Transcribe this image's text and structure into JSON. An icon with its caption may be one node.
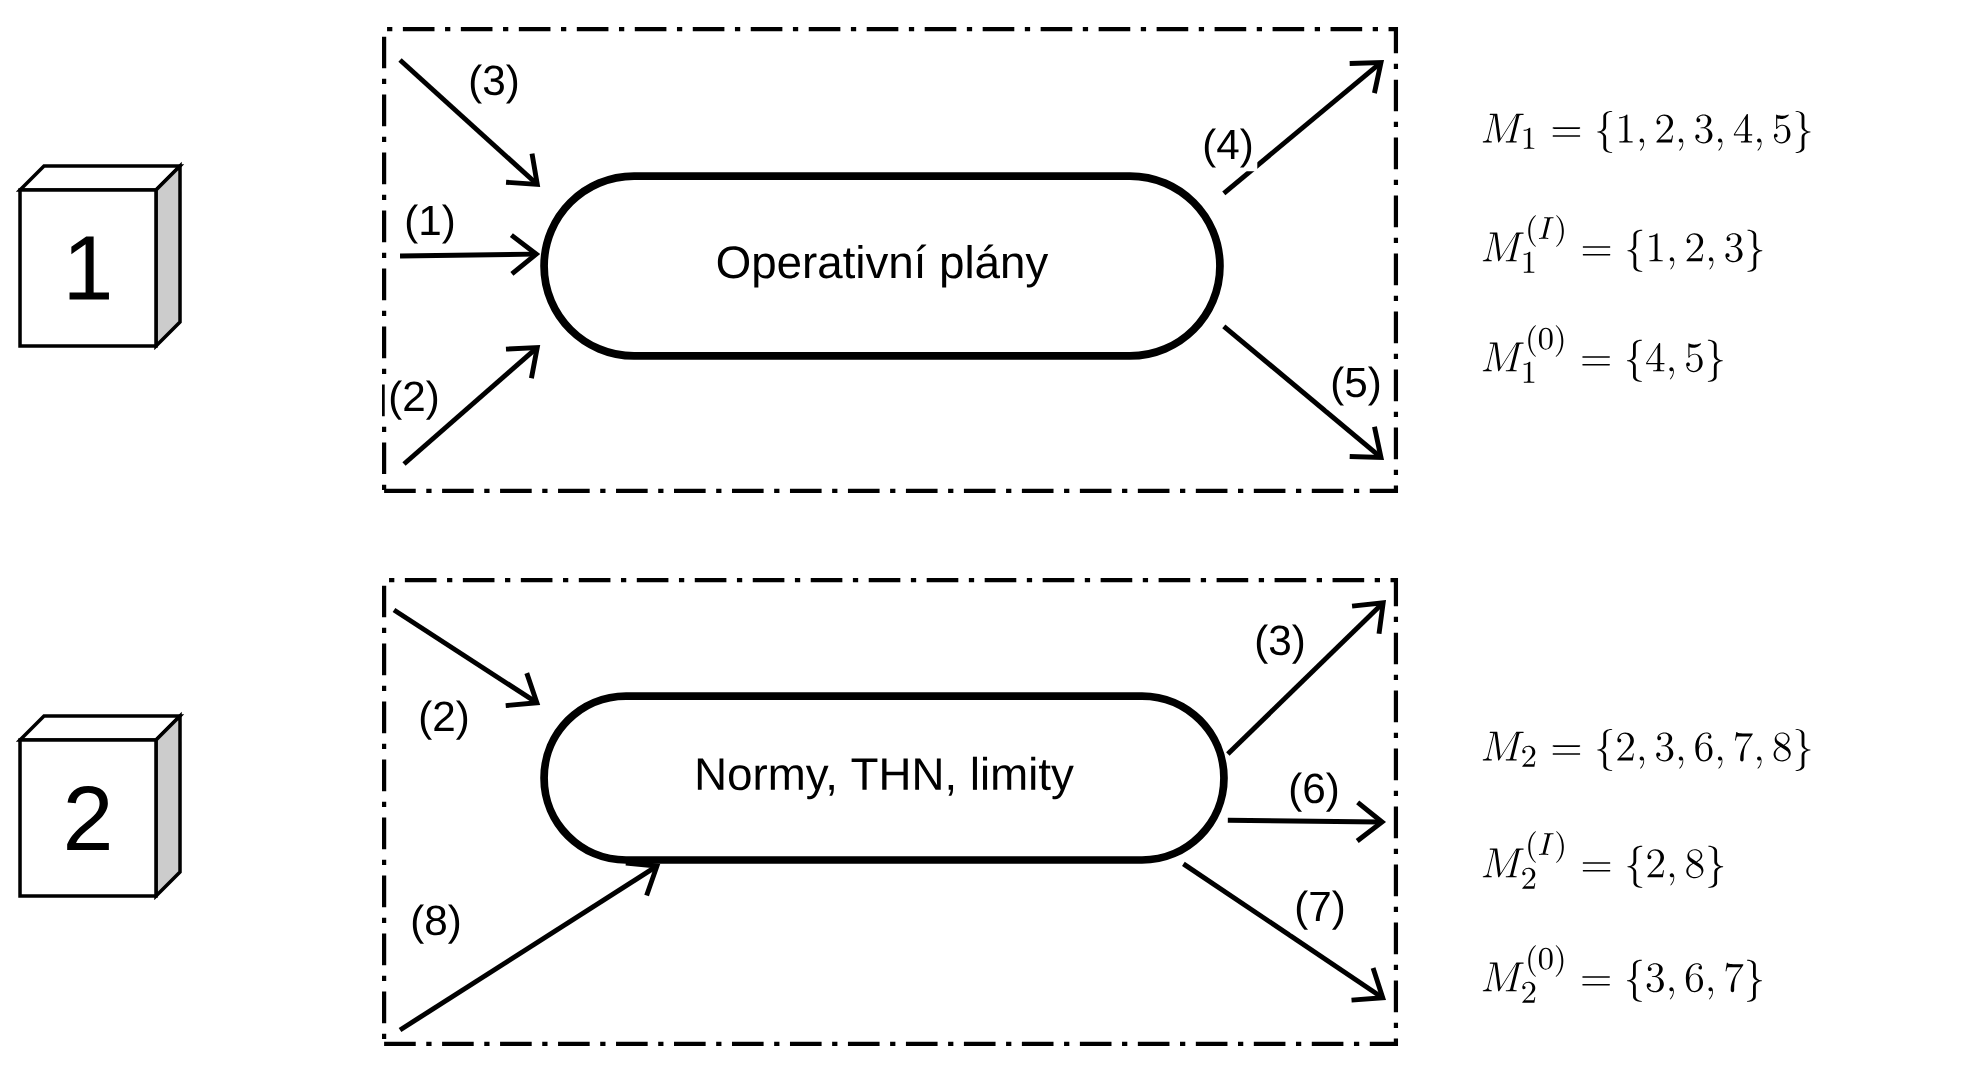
{
  "diagram": {
    "nodes": [
      {
        "text": [
          "1"
        ]
      },
      {
        "text": [],
        "shape": "box"
      },
      {
        "text": [
          "Operativní plány"
        ],
        "in": 1
      },
      {
        "text": [
          "2"
        ]
      },
      {
        "text": [],
        "shape": "box"
      },
      {
        "text": [
          "Normy, THN, limity"
        ],
        "in": 4
      }
    ],
    "edges": [
      {
        "from": null,
        "to": 2,
        "arrow": "to",
        "label": "(3)"
      },
      {
        "from": null,
        "to": 2,
        "arrow": "to",
        "label": "(1)"
      },
      {
        "from": null,
        "to": 2,
        "arrow": "to",
        "label": "(2)"
      },
      {
        "from": 2,
        "to": null,
        "arrow": "to",
        "label": "(4)"
      },
      {
        "from": 2,
        "to": null,
        "arrow": "to",
        "label": "(5)"
      },
      {
        "from": null,
        "to": 5,
        "arrow": "to",
        "label": "(2)"
      },
      {
        "from": null,
        "to": 5,
        "arrow": "to",
        "label": "(8)"
      },
      {
        "from": 5,
        "to": null,
        "arrow": "to",
        "label": "(3)"
      },
      {
        "from": 5,
        "to": null,
        "arrow": "to",
        "label": "(6)"
      },
      {
        "from": 5,
        "to": null,
        "arrow": "to",
        "label": "(7)"
      }
    ],
    "labels": [
      "M_{1} = \\{1,2,3,4,5\\}",
      "M_{1}^{(I)} = \\{1,2,3\\}",
      "M_{1}^{(0)} = \\{4,5\\}",
      "M_{2} = \\{2,3,6,7,8\\}",
      "M_{2}^{(I)} = \\{2,8\\}",
      "M_{2}^{(0)} = \\{3,6,7\\}"
    ]
  }
}
